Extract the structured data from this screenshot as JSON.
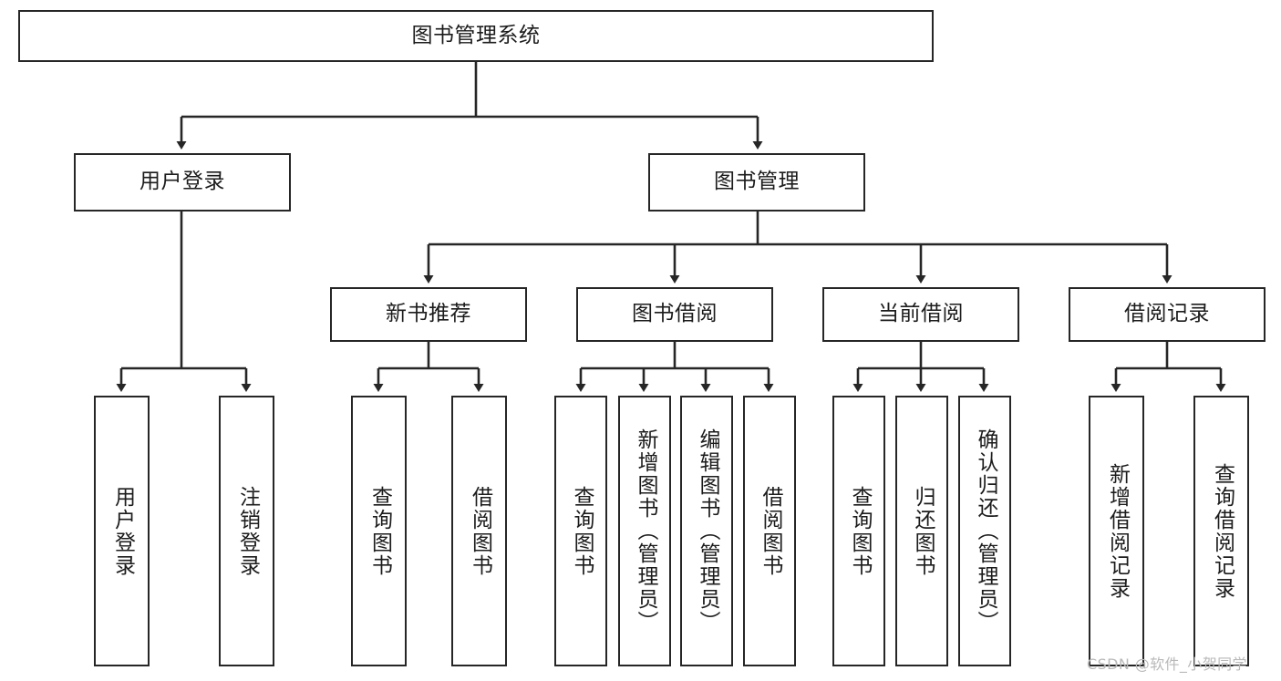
{
  "diagram": {
    "type": "tree",
    "title": "图书管理系统",
    "orientation": "top-down",
    "colors": {
      "box_border": "#262626",
      "box_fill": "#ffffff",
      "edge": "#262626",
      "text": "#1c1c1c",
      "watermark": "#b9b9b9",
      "background": "#ffffff"
    },
    "root": {
      "id": "root",
      "label": "图书管理系统"
    },
    "level2": [
      {
        "id": "user-login",
        "label": "用户登录"
      },
      {
        "id": "book-manage",
        "label": "图书管理"
      }
    ],
    "level3": [
      {
        "id": "new-book-recommend",
        "label": "新书推荐",
        "parent": "book-manage"
      },
      {
        "id": "book-borrow",
        "label": "图书借阅",
        "parent": "book-manage"
      },
      {
        "id": "current-borrow",
        "label": "当前借阅",
        "parent": "book-manage"
      },
      {
        "id": "borrow-record",
        "label": "借阅记录",
        "parent": "book-manage"
      }
    ],
    "leaves": [
      {
        "id": "leaf-user-login",
        "label": "用户登录",
        "parent": "user-login"
      },
      {
        "id": "leaf-user-logout",
        "label": "注销登录",
        "parent": "user-login"
      },
      {
        "id": "leaf-query-book-1",
        "label": "查询图书",
        "parent": "new-book-recommend"
      },
      {
        "id": "leaf-borrow-book-1",
        "label": "借阅图书",
        "parent": "new-book-recommend"
      },
      {
        "id": "leaf-query-book-2",
        "label": "查询图书",
        "parent": "book-borrow"
      },
      {
        "id": "leaf-add-book",
        "label": "新增图书（管理员）",
        "parent": "book-borrow"
      },
      {
        "id": "leaf-edit-book",
        "label": "编辑图书（管理员）",
        "parent": "book-borrow"
      },
      {
        "id": "leaf-borrow-book-2",
        "label": "借阅图书",
        "parent": "book-borrow"
      },
      {
        "id": "leaf-query-book-3",
        "label": "查询图书",
        "parent": "current-borrow"
      },
      {
        "id": "leaf-return-book",
        "label": "归还图书",
        "parent": "current-borrow"
      },
      {
        "id": "leaf-confirm-return",
        "label": "确认归还（管理员）",
        "parent": "current-borrow"
      },
      {
        "id": "leaf-add-record",
        "label": "新增借阅记录",
        "parent": "borrow-record"
      },
      {
        "id": "leaf-query-record",
        "label": "查询借阅记录",
        "parent": "borrow-record"
      }
    ]
  },
  "watermark": {
    "text": "CSDN @软件_小贺同学"
  }
}
